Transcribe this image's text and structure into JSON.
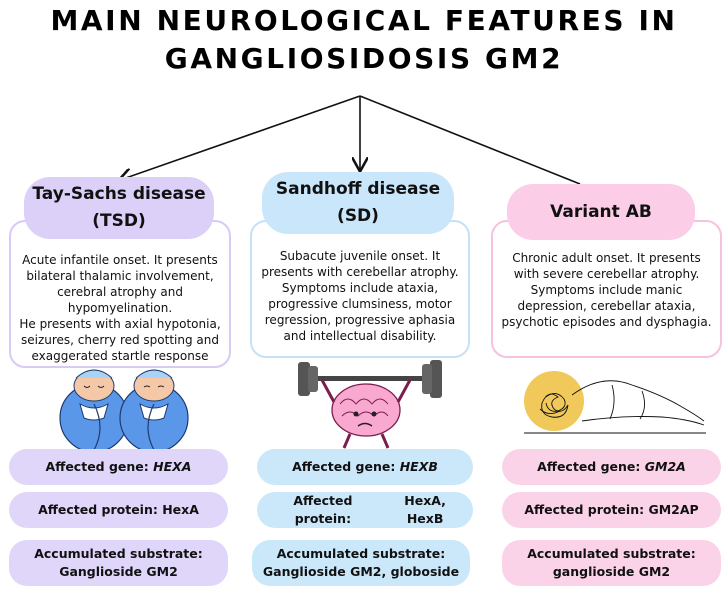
{
  "title": {
    "line1": "MAIN NEUROLOGICAL FEATURES IN",
    "line2": "GANGLIOSIDOSIS GM2"
  },
  "colors": {
    "tsd": "#dcd0f8",
    "sd": "#c9e6fa",
    "ab": "#fbcde6"
  },
  "columns": [
    {
      "name_line1": "Tay-Sachs disease",
      "name_line2": "(TSD)",
      "description": "Acute infantile onset. It presents bilateral thalamic involvement, cerebral atrophy and hypomyelination.\nHe presents with axial hypotonia, seizures, cherry red spotting and exaggerated startle response",
      "illustration": "babies-icon",
      "gene_label": "Affected gene: ",
      "gene": "HEXA",
      "protein_label": "Affected protein: ",
      "protein": "HexA",
      "substrate_line1": "Accumulated substrate:",
      "substrate_line2": "Ganglioside GM2"
    },
    {
      "name_line1": "Sandhoff disease",
      "name_line2": "(SD)",
      "description": "Subacute juvenile onset. It presents with cerebellar atrophy. Symptoms include ataxia, progressive clumsiness, motor regression, progressive aphasia and intellectual disability.",
      "illustration": "brain-lifting-weights-icon",
      "gene_label": "Affected gene: ",
      "gene": "HEXB",
      "protein_label": "Affected protein: ",
      "protein": "HexA, HexB",
      "substrate_line1": "Accumulated substrate:",
      "substrate_line2": "Ganglioside GM2, globoside"
    },
    {
      "name_line1": "Variant AB",
      "name_line2": "",
      "description": "Chronic adult onset. It presents with severe cerebellar atrophy. Symptoms include manic depression, cerebellar ataxia, psychotic episodes and dysphagia.",
      "illustration": "depressed-person-icon",
      "gene_label": "Affected gene: ",
      "gene": "GM2A",
      "protein_label": "Affected protein: ",
      "protein": "GM2AP",
      "substrate_line1": "Accumulated substrate:",
      "substrate_line2": "ganglioside GM2"
    }
  ]
}
